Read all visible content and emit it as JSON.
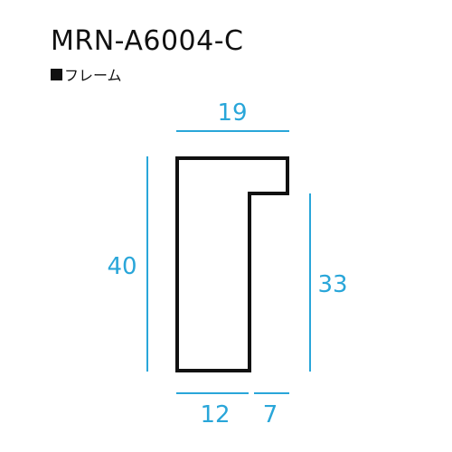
{
  "title": "MRN-A6004-C",
  "subtitle": "フレーム",
  "subtitle_icon": "black-square",
  "colors": {
    "outline": "#111111",
    "dimension": "#29a6d9"
  },
  "dimensions": {
    "top_width": "19",
    "total_height": "40",
    "inner_height": "33",
    "bottom_left": "12",
    "bottom_right": "7"
  }
}
